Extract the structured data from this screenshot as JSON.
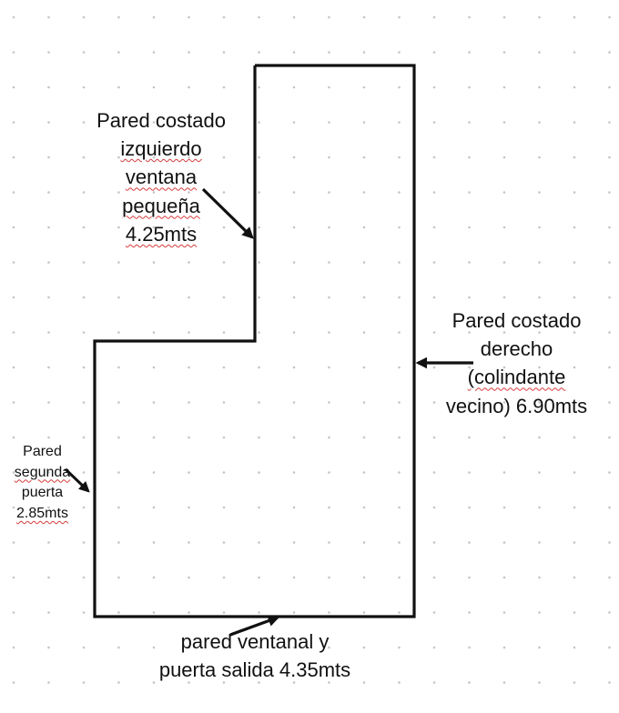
{
  "colors": {
    "background": "#ffffff",
    "dot": "#c4c4c4",
    "wall": "#111111",
    "arrow": "#111111",
    "spellcheck_underline": "#d63b3b"
  },
  "labels": {
    "left_wall": [
      "Pared costado",
      "izquierdo",
      "ventana",
      "pequeña",
      "4.25mts"
    ],
    "right_wall": [
      "Pared costado",
      "derecho",
      "(colindante",
      "vecino) 6.90mts"
    ],
    "door_wall": [
      "Pared",
      "segunda",
      "puerta",
      "2.85mts"
    ],
    "bottom_wall": [
      "pared ventanal y",
      "puerta salida 4.35mts"
    ]
  }
}
